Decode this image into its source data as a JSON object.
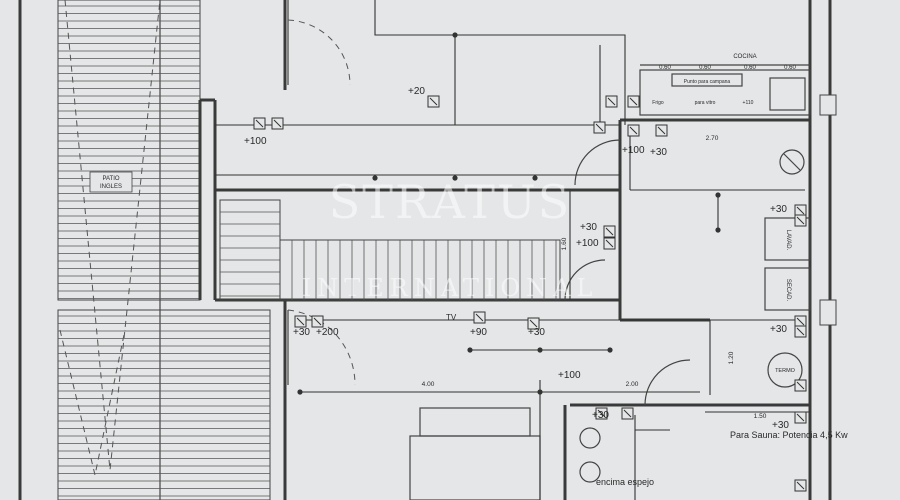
{
  "colors": {
    "paper": "#e4e6e7",
    "ink": "#3a3a3a",
    "watermark": "#ffffff"
  },
  "watermark": {
    "brand": "STRATUS",
    "sub": "INTERNATIONAL"
  },
  "rooms": {
    "patio_ingles": [
      "PATIO",
      "INGLES"
    ],
    "cocina_label": "COCINA",
    "lavad": "LAVAD.",
    "secad": "SECAD.",
    "termo": "TERMO"
  },
  "kitchen": {
    "dims": [
      "0.60",
      "0.60",
      "0.60",
      "0.60"
    ],
    "sink_note": "Punto para campana",
    "appliances": [
      "Frigo",
      "para vitro",
      "+110"
    ]
  },
  "dimensions": {
    "d270": "2.70",
    "d400": "4.00",
    "d200": "2.00",
    "d150": "1.50",
    "d120": "1.20",
    "d160": "1.60"
  },
  "heights": {
    "h20": "+20",
    "h100a": "+100",
    "h100b": "+100",
    "h30a": "+30",
    "h30b": "+30",
    "h100c": "+100",
    "h30c": "+30",
    "h30d": "+30",
    "h30e": "+30",
    "h200a": "+30",
    "h200b": "+200",
    "h90": "+90",
    "h30f": "+30",
    "h100d": "+100",
    "h30g": "+30"
  },
  "tv_label": "TV",
  "notes": {
    "sauna": "Para Sauna: Potencia 4,5 Kw",
    "mirror": "encima espejo"
  }
}
